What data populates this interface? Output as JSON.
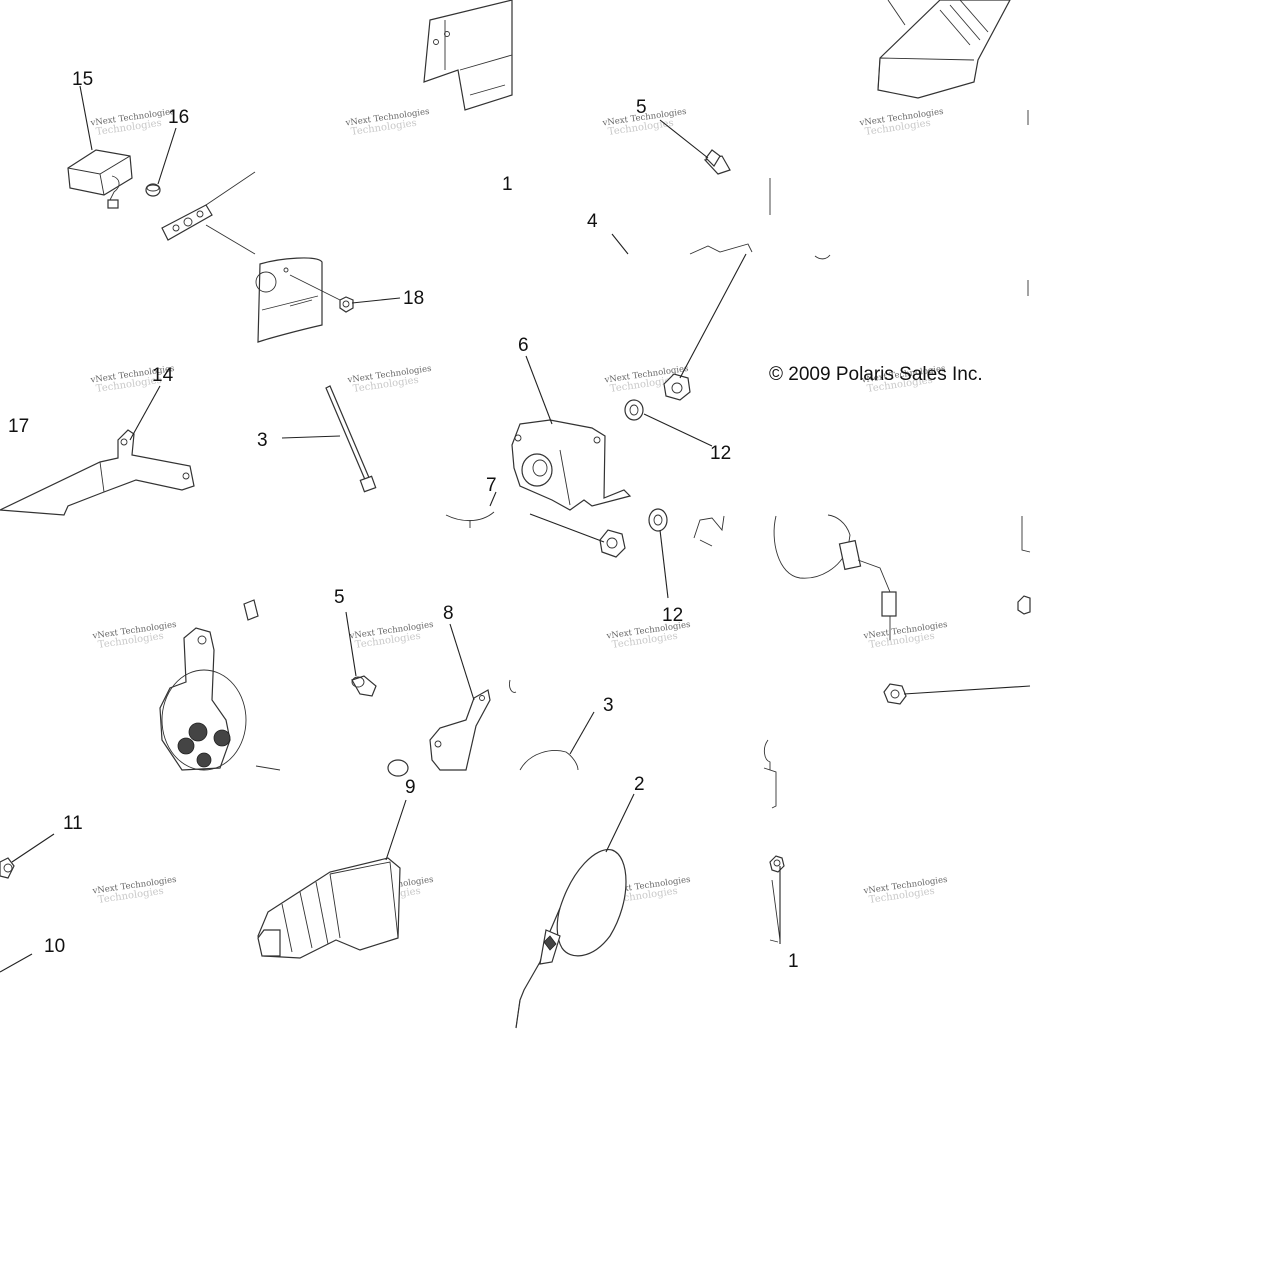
{
  "copyright": "© 2009 Polaris Sales Inc.",
  "watermark": {
    "line1": "vNext Technologies",
    "line2": "Technologies"
  },
  "callouts": [
    {
      "id": "c15",
      "label": "15"
    },
    {
      "id": "c16",
      "label": "16"
    },
    {
      "id": "c18",
      "label": "18"
    },
    {
      "id": "c1top",
      "label": "1"
    },
    {
      "id": "c5top",
      "label": "5"
    },
    {
      "id": "c4",
      "label": "4"
    },
    {
      "id": "c6",
      "label": "6"
    },
    {
      "id": "c12a",
      "label": "12"
    },
    {
      "id": "c14",
      "label": "14"
    },
    {
      "id": "c17",
      "label": "17"
    },
    {
      "id": "c3a",
      "label": "3"
    },
    {
      "id": "c7",
      "label": "7"
    },
    {
      "id": "c12b",
      "label": "12"
    },
    {
      "id": "c5b",
      "label": "5"
    },
    {
      "id": "c8",
      "label": "8"
    },
    {
      "id": "c3b",
      "label": "3"
    },
    {
      "id": "c11",
      "label": "11"
    },
    {
      "id": "c9",
      "label": "9"
    },
    {
      "id": "c2",
      "label": "2"
    },
    {
      "id": "c10",
      "label": "10"
    },
    {
      "id": "c1b",
      "label": "1"
    }
  ]
}
